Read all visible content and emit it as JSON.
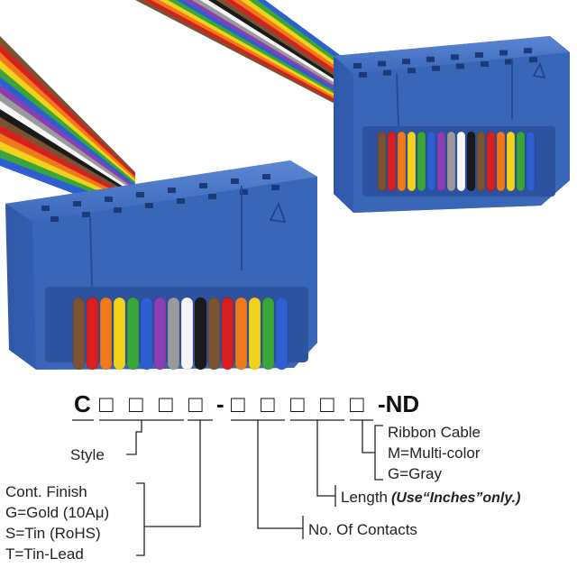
{
  "part_number": {
    "prefix": "C",
    "group1_boxes": 4,
    "separator": "-",
    "group2_boxes": 5,
    "suffix": "-ND",
    "box_glyph": "□"
  },
  "labels": {
    "style": "Style",
    "finish_title": "Cont. Finish",
    "finish_gold": "G=Gold (10Aμ)",
    "finish_tin": "S=Tin (RoHS)",
    "finish_tinlead": "T=Tin-Lead",
    "contacts": "No. Of Contacts",
    "length_label": "Length",
    "length_note": "(Use“Inches”only.)",
    "ribbon_title": "Ribbon Cable",
    "ribbon_multi": "M=Multi-color",
    "ribbon_gray": "G=Gray"
  },
  "illustration": {
    "subject": "ribbon-cable-assembly-with-two-idc-socket-connectors",
    "connector_color": "#3a66b8",
    "wire_colors": [
      "#7a5230",
      "#d81e1e",
      "#f07a1a",
      "#f2d21a",
      "#3aa63a",
      "#2e5fd0",
      "#8a3fb0",
      "#9a9a9a",
      "#f5f5f5",
      "#1a1a1a",
      "#7a5230",
      "#d81e1e",
      "#f07a1a",
      "#f2d21a",
      "#3aa63a",
      "#2e5fd0"
    ]
  }
}
